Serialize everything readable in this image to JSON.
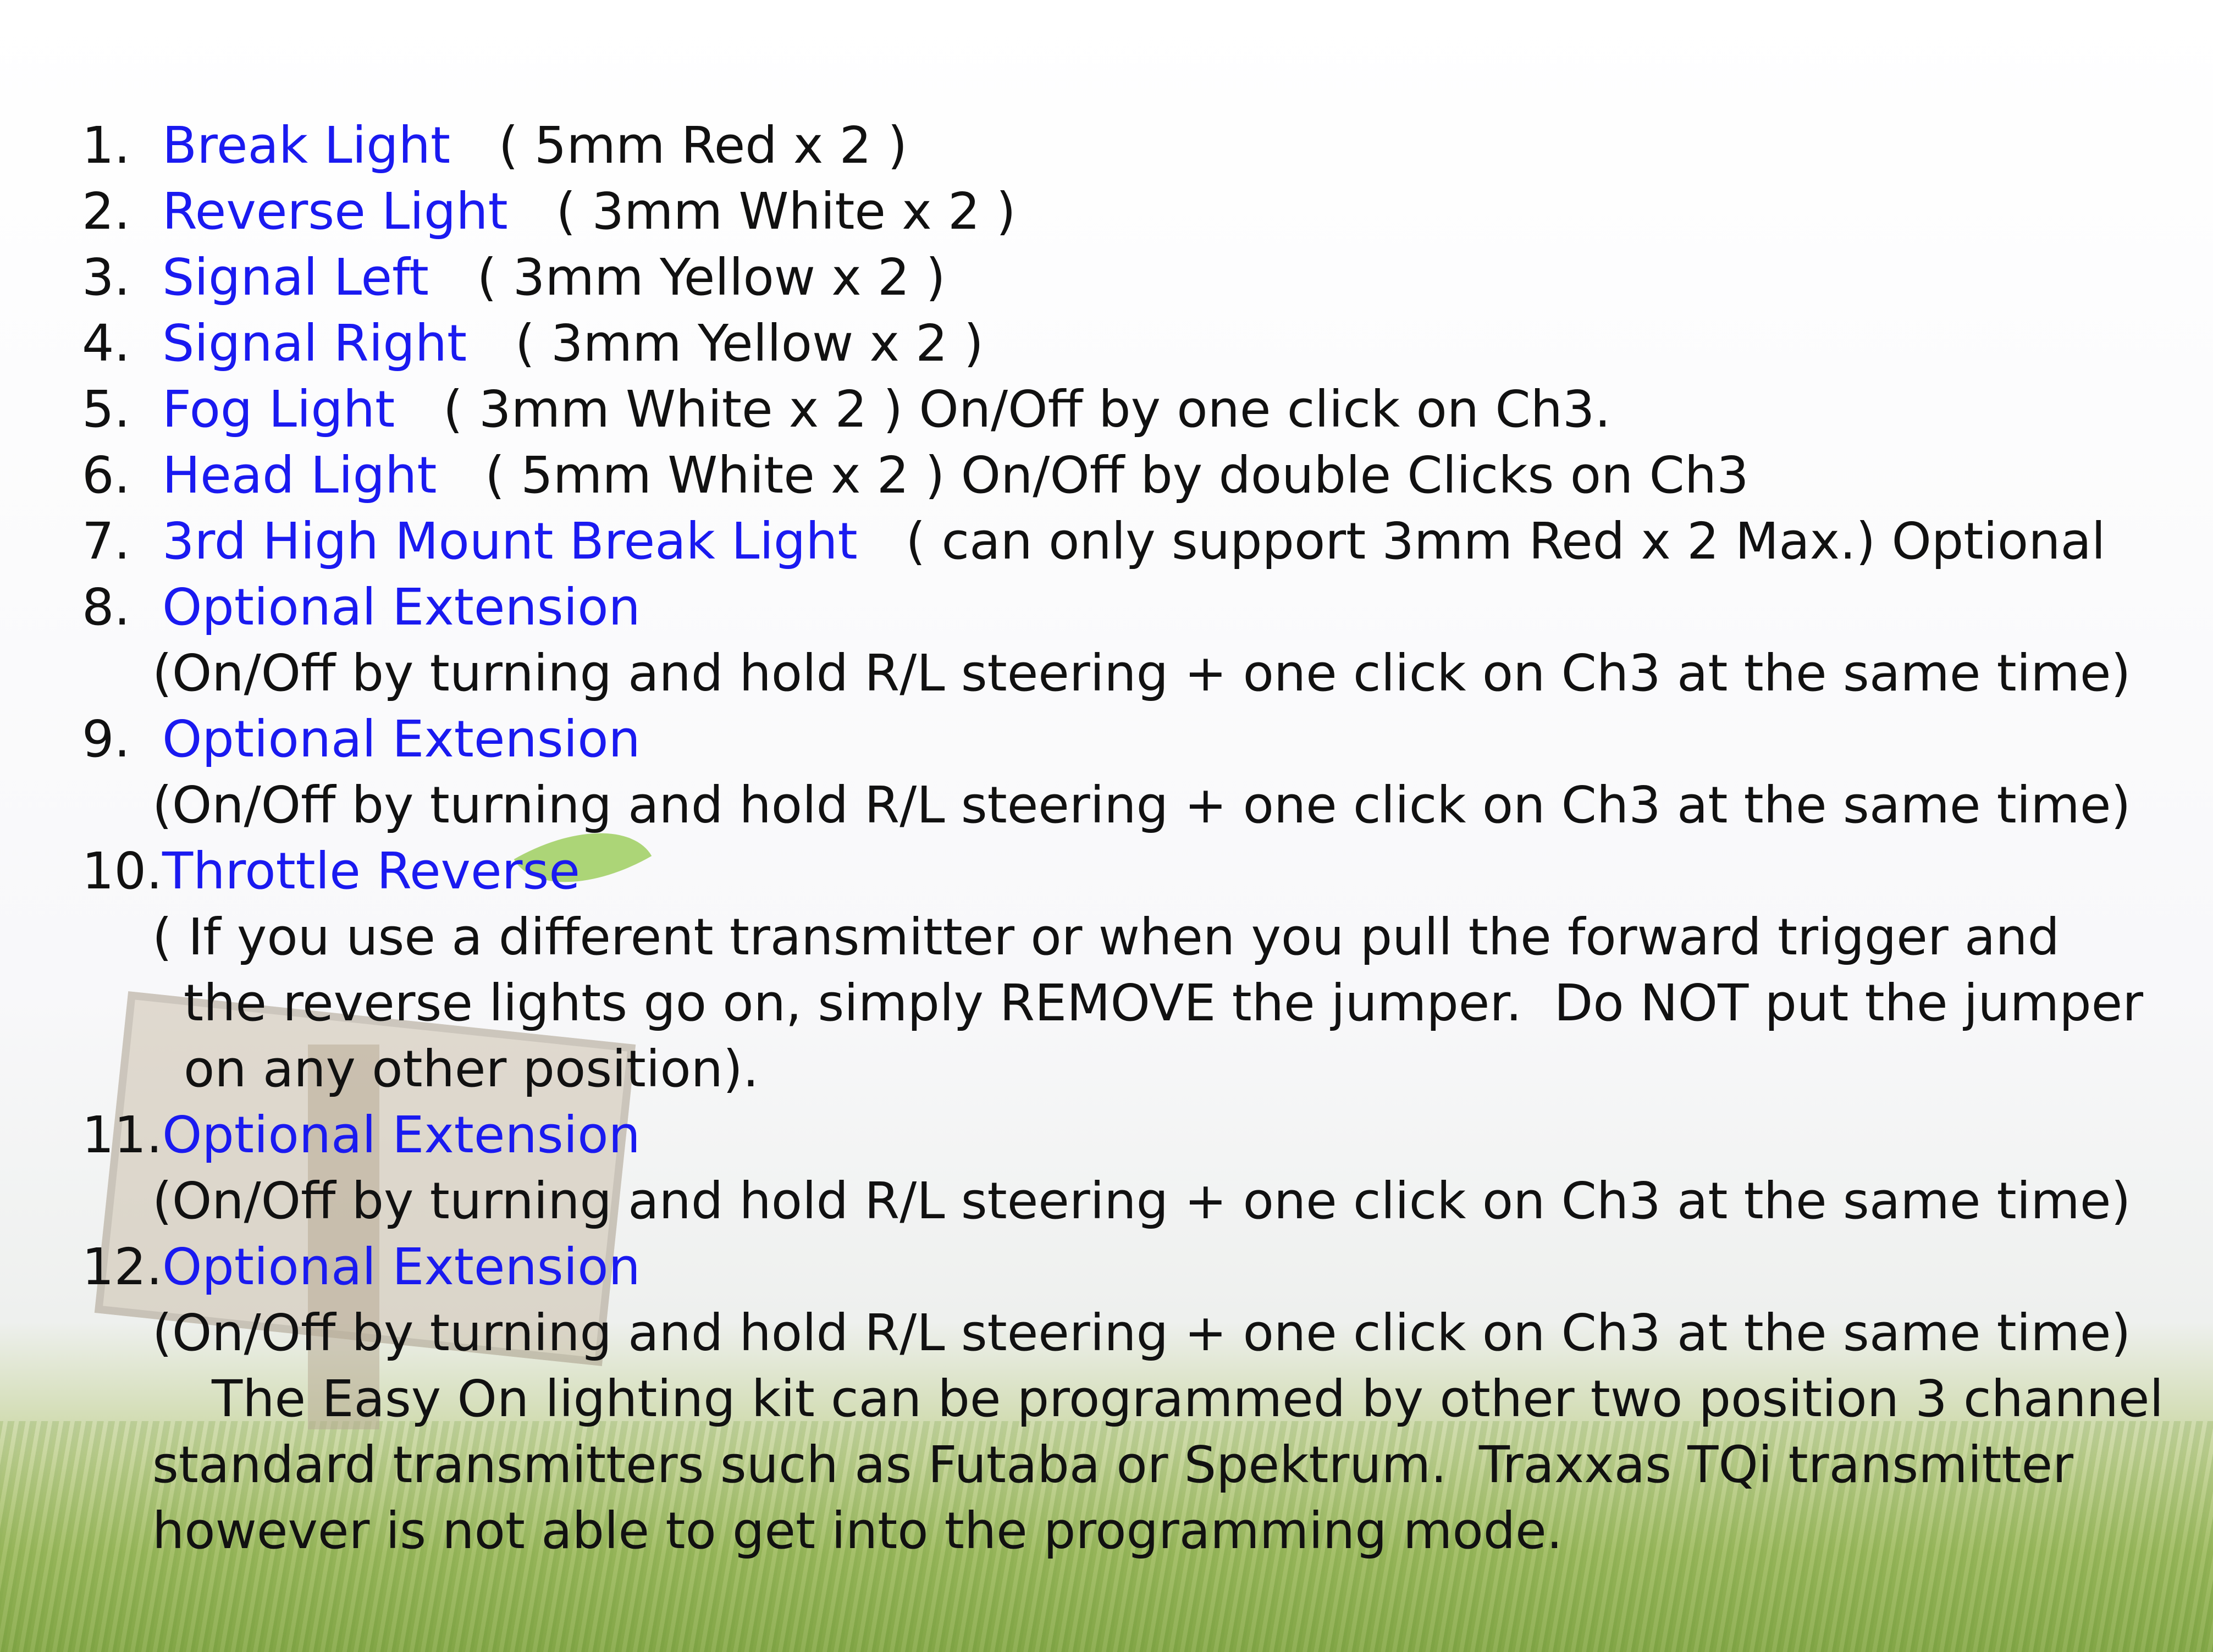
{
  "items": [
    {
      "num": "1.",
      "label": "Break Light",
      "detail": "   ( 5mm Red x 2 )"
    },
    {
      "num": "2.",
      "label": "Reverse Light",
      "detail": "   ( 3mm White x 2 )"
    },
    {
      "num": "3.",
      "label": "Signal Left",
      "detail": "   ( 3mm Yellow x 2 )"
    },
    {
      "num": "4.",
      "label": "Signal Right",
      "detail": "   ( 3mm Yellow x 2 )"
    },
    {
      "num": "5.",
      "label": "Fog Light",
      "detail": "   ( 3mm White x 2 ) On/Off by one click on Ch3."
    },
    {
      "num": "6.",
      "label": "Head Light",
      "detail": "   ( 5mm White x 2 ) On/Off by double Clicks on Ch3"
    },
    {
      "num": "7.",
      "label": "3rd High Mount Break Light",
      "detail": "   ( can only support 3mm Red x 2 Max.) Optional"
    },
    {
      "num": "8.",
      "label": "Optional Extension",
      "desc": "(On/Off by turning and hold R/L steering + one click on Ch3 at the same time)"
    },
    {
      "num": "9.",
      "label": "Optional Extension",
      "desc": "(On/Off by turning and hold R/L steering + one click on Ch3 at the same time)"
    },
    {
      "num": "10.",
      "label": "Throttle Reverse",
      "desc": "( If you use a different transmitter or when you pull the forward trigger and",
      "desc2": "the reverse lights go on, simply REMOVE the jumper.  Do NOT put the jumper",
      "desc3": "on any other position)."
    },
    {
      "num": "11.",
      "label": "Optional Extension",
      "desc": "(On/Off by turning and hold R/L steering + one click on Ch3 at the same time)"
    },
    {
      "num": "12.",
      "label": "Optional Extension",
      "desc": "(On/Off by turning and hold R/L steering + one click on Ch3 at the same time)"
    }
  ],
  "footer": {
    "line1": "The Easy On lighting kit can be programmed by other two position 3 channel",
    "line2": "standard transmitters such as Futaba or Spektrum.  Traxxas TQi transmitter",
    "line3": "however is not able to get into the programming mode."
  },
  "colors": {
    "label": "#1a1af0",
    "text": "#111111"
  }
}
